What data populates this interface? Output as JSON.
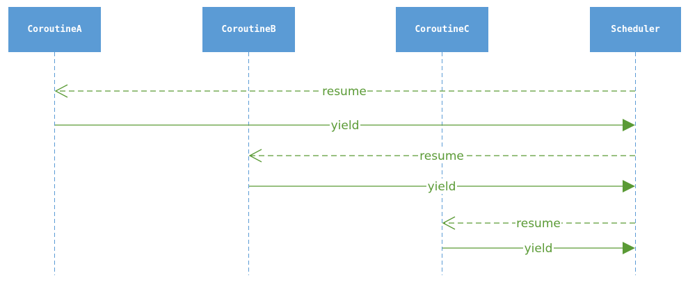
{
  "diagram": {
    "participants": [
      {
        "id": "A",
        "label": "CoroutineA"
      },
      {
        "id": "B",
        "label": "CoroutineB"
      },
      {
        "id": "C",
        "label": "CoroutineC"
      },
      {
        "id": "S",
        "label": "Scheduler"
      }
    ],
    "messages": [
      {
        "from": "S",
        "to": "A",
        "label": "resume",
        "style": "dashed"
      },
      {
        "from": "A",
        "to": "S",
        "label": "yield",
        "style": "solid"
      },
      {
        "from": "S",
        "to": "B",
        "label": "resume",
        "style": "dashed"
      },
      {
        "from": "B",
        "to": "S",
        "label": "yield",
        "style": "solid"
      },
      {
        "from": "S",
        "to": "C",
        "label": "resume",
        "style": "dashed"
      },
      {
        "from": "C",
        "to": "S",
        "label": "yield",
        "style": "solid"
      }
    ],
    "colors": {
      "participant_fill": "#5b9bd5",
      "participant_text": "#ffffff",
      "lifeline": "#5b9bd5",
      "message": "#5a9a35",
      "background": "#ffffff"
    }
  }
}
